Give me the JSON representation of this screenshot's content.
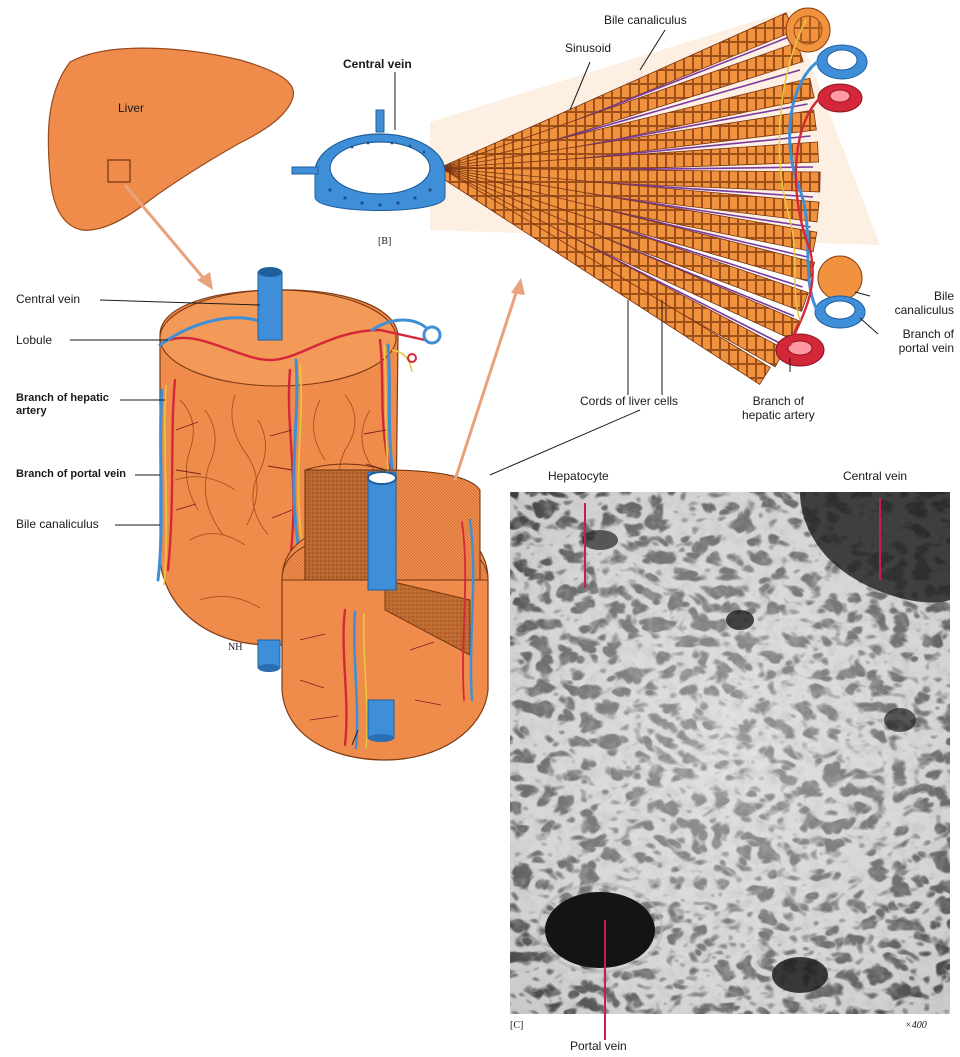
{
  "figure": {
    "colors": {
      "tissue": "#ef8c4c",
      "tissue_dark": "#b8591f",
      "vein_blue": "#3f8fd8",
      "artery_red": "#d4283a",
      "bile_yellow": "#e8c840",
      "sinusoid_purple": "#7a3aa0",
      "pointer": "#e9a27c",
      "sem_bg": "#8a8a8a",
      "sem_dark": "#2a2a2a"
    },
    "liver_panel": {
      "organ_label": "Liver"
    },
    "lobule_panel": {
      "labels": {
        "central_vein": "Central vein",
        "lobule": "Lobule",
        "branch_hepatic_artery": "Branch of hepatic\nartery",
        "branch_portal_vein": "Branch of portal vein",
        "bile_canaliculus": "Bile canaliculus"
      },
      "signature": "NH"
    },
    "panel_b": {
      "panel_tag": "[B]",
      "labels": {
        "central_vein": "Central vein",
        "sinusoid": "Sinusoid",
        "bile_canaliculus_top": "Bile canaliculus",
        "bile_canaliculus_right": "Bile\ncanaliculus",
        "branch_portal_vein": "Branch of\nportal vein",
        "cords_of_liver_cells": "Cords of liver cells",
        "branch_hepatic_artery": "Branch of\nhepatic artery"
      }
    },
    "panel_c": {
      "panel_tag": "[C]",
      "magnification": "×400",
      "labels": {
        "hepatocyte": "Hepatocyte",
        "central_vein": "Central vein",
        "portal_vein": "Portal vein"
      }
    }
  }
}
